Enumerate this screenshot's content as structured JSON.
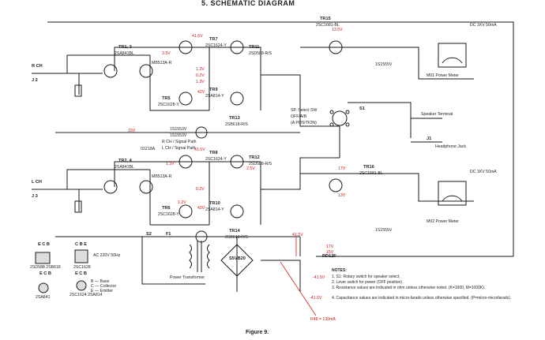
{
  "header": {
    "title": "5. SCHEMATIC DIAGRAM"
  },
  "figure": {
    "caption": "Figure 9."
  },
  "inputs": {
    "r_ch": "R CH",
    "j2": "J 2",
    "l_ch": "L CH",
    "j3": "J 3"
  },
  "transistors": {
    "tr1_3": "TR1, 3",
    "tr1_3_part": "2SA841BL",
    "tr2_4": "TR2, 4",
    "tr2_4_part": "2SA841BL",
    "tr7": "TR7",
    "tr7_part": "2SC1624-Y",
    "tr5": "TR5",
    "tr5_part": "2SC1628-Y",
    "tr11": "TR11",
    "tr11_part": "2SD588-R/S",
    "tr9": "TR9",
    "tr9_part": "2SA814-Y",
    "tr13": "TR13",
    "tr13_part": "2SB618-R/S",
    "tr8": "TR8",
    "tr8_part": "2SC1624-Y",
    "tr6": "TR6",
    "tr6_part": "2SC1628-Y",
    "tr12": "TR12",
    "tr12_part": "2SD588-R/S",
    "tr10": "TR10",
    "tr10_part": "2SA814-Y",
    "tr14": "TR14",
    "tr14_part": "2SB618-R/S",
    "tr15": "TR15",
    "tr15_part": "2SC1681-BL",
    "tr16": "TR16",
    "tr16_part": "2SC1681-BL"
  },
  "diodes": {
    "d1": "1S1553V",
    "d2": "1S1553V",
    "d3": "1S1555V",
    "d4": "1S1555V",
    "d5": "MB513A-R",
    "d6": "MB513A-R",
    "d7": "02Z18A"
  },
  "voltages": {
    "v1": "41.5V",
    "v2": "3.5V",
    "v3": "1.3V",
    "v4": "0.2V",
    "v5": "1.3V",
    "v6": "42V",
    "v7": "15V",
    "v8": "41.5V",
    "v9": "1.3V",
    "v10": "0.2V",
    "v11": "1.2V",
    "v12": "42V",
    "v13": "2.5V",
    "v14": "13.5V",
    "v15": "17V",
    "v16": "13V",
    "v17": "41.5V",
    "v18": "-41.5V",
    "v19": "17V",
    "v20": "15V",
    "v21": "-41.5V"
  },
  "labels": {
    "r_path": "R CH / Signal Path",
    "l_path": "L CH / Signal Path",
    "sp_select": "SP. Select SW",
    "sp_select_pos": "OFF/A/B",
    "sp_select_note": "(A POSITION)",
    "speaker_terminal": "Speaker Terminal",
    "headphone_jack": "Headphone Jack",
    "j1": "J1",
    "m01_meter": "M01 Power Meter",
    "m02_meter": "M02 Power Meter",
    "dc_meter": "DC 1KV 50mA",
    "power_transformer": "Power Transformer",
    "ac": "AC 220V 50Hz",
    "fuse": "F1",
    "s1": "S1",
    "s2": "S2",
    "rd12f": "RD12F",
    "r48": "R48 = 130mA",
    "bridge": "S5VB20"
  },
  "pinouts": {
    "ecb1": "E C B",
    "ecb1_parts": "2SD588 2SB618",
    "ecb2": "C B E",
    "ecb2_parts": "2SC1628",
    "ecb3": "E C B",
    "ecb3_parts": "2SC1624 2SA814",
    "ecb4": "E C B",
    "ecb4_parts": "2SA841",
    "legend_b": "B — Base",
    "legend_c": "C — Collector",
    "legend_e": "E — Emitter"
  },
  "notes": {
    "heading": "NOTES:",
    "n1": "1. S1: Rotary switch for speaker select.",
    "n2": "2. Lever switch for power (OFF position).",
    "n3": "3. Resistance values are indicated in ohm unless otherwise noted. (K=1000, M=1000K).",
    "n4": "4. Capacitance values are indicated in micro-farads unless otherwise specified. (P=micro-microfarads)."
  }
}
